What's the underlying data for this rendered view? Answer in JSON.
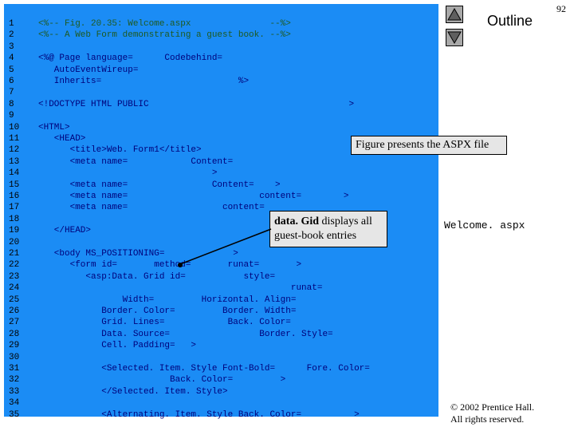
{
  "page_number": "92",
  "outline_label": "Outline",
  "nav": {
    "up_icon": "triangle-up-icon",
    "down_icon": "triangle-down-icon"
  },
  "colors": {
    "code_background": "#1b8cf5",
    "comment": "#1f5a1f",
    "tag": "#00007a",
    "callout_background": "#e6e6e6"
  },
  "code_lines": [
    {
      "n": "1",
      "text": "<%-- Fig. 20.35: Welcome.aspx               --%>",
      "style": "comment"
    },
    {
      "n": "2",
      "text": "<%-- A Web Form demonstrating a guest book. --%>",
      "style": "comment"
    },
    {
      "n": "3",
      "text": "",
      "style": "tag"
    },
    {
      "n": "4",
      "text": "<%@ Page language=      Codebehind=",
      "style": "tag"
    },
    {
      "n": "5",
      "text": "   AutoEventWireup=",
      "style": "tag"
    },
    {
      "n": "6",
      "text": "   Inherits=                          %>",
      "style": "tag"
    },
    {
      "n": "7",
      "text": "",
      "style": "tag"
    },
    {
      "n": "8",
      "text": "<!DOCTYPE HTML PUBLIC                                      >",
      "style": "tag"
    },
    {
      "n": "9",
      "text": "",
      "style": "tag"
    },
    {
      "n": "10",
      "text": "<HTML>",
      "style": "tag"
    },
    {
      "n": "11",
      "text": "   <HEAD>",
      "style": "tag"
    },
    {
      "n": "12",
      "text": "      <title>Web. Form1</title>",
      "style": "tag"
    },
    {
      "n": "13",
      "text": "      <meta name=            Content=",
      "style": "tag"
    },
    {
      "n": "14",
      "text": "                                 >",
      "style": "tag"
    },
    {
      "n": "15",
      "text": "      <meta name=                Content=    >",
      "style": "tag"
    },
    {
      "n": "16",
      "text": "      <meta name=                         content=        >",
      "style": "tag"
    },
    {
      "n": "17",
      "text": "      <meta name=                  content=",
      "style": "tag"
    },
    {
      "n": "18",
      "text": "",
      "style": "tag"
    },
    {
      "n": "19",
      "text": "   </HEAD>",
      "style": "tag"
    },
    {
      "n": "20",
      "text": "",
      "style": "tag"
    },
    {
      "n": "21",
      "text": "   <body MS_POSITIONING=             >",
      "style": "tag"
    },
    {
      "n": "22",
      "text": "      <form id=       method=       runat=       >",
      "style": "tag"
    },
    {
      "n": "23",
      "text": "         <asp:Data. Grid id=           style=",
      "style": "tag"
    },
    {
      "n": "24",
      "text": "                                                runat=",
      "style": "tag"
    },
    {
      "n": "25",
      "text": "                Width=         Horizontal. Align=",
      "style": "tag"
    },
    {
      "n": "26",
      "text": "            Border. Color=         Border. Width=",
      "style": "tag"
    },
    {
      "n": "27",
      "text": "            Grid. Lines=            Back. Color=",
      "style": "tag"
    },
    {
      "n": "28",
      "text": "            Data. Source=                 Border. Style=",
      "style": "tag"
    },
    {
      "n": "29",
      "text": "            Cell. Padding=   >",
      "style": "tag"
    },
    {
      "n": "30",
      "text": "",
      "style": "tag"
    },
    {
      "n": "31",
      "text": "            <Selected. Item. Style Font-Bold=      Fore. Color=",
      "style": "tag"
    },
    {
      "n": "32",
      "text": "                         Back. Color=         >",
      "style": "tag"
    },
    {
      "n": "33",
      "text": "            </Selected. Item. Style>",
      "style": "tag"
    },
    {
      "n": "34",
      "text": "",
      "style": "tag"
    },
    {
      "n": "35",
      "text": "            <Alternating. Item. Style Back. Color=          >",
      "style": "tag"
    }
  ],
  "callouts": {
    "figure": "Figure presents the ASPX file",
    "datagrid_line1_code": "data. Gid",
    "datagrid_line1_rest": " displays all",
    "datagrid_line2": "guest-book entries"
  },
  "filename": "Welcome. aspx",
  "copyright_line1": "© 2002 Prentice Hall.",
  "copyright_line2": "All rights reserved."
}
